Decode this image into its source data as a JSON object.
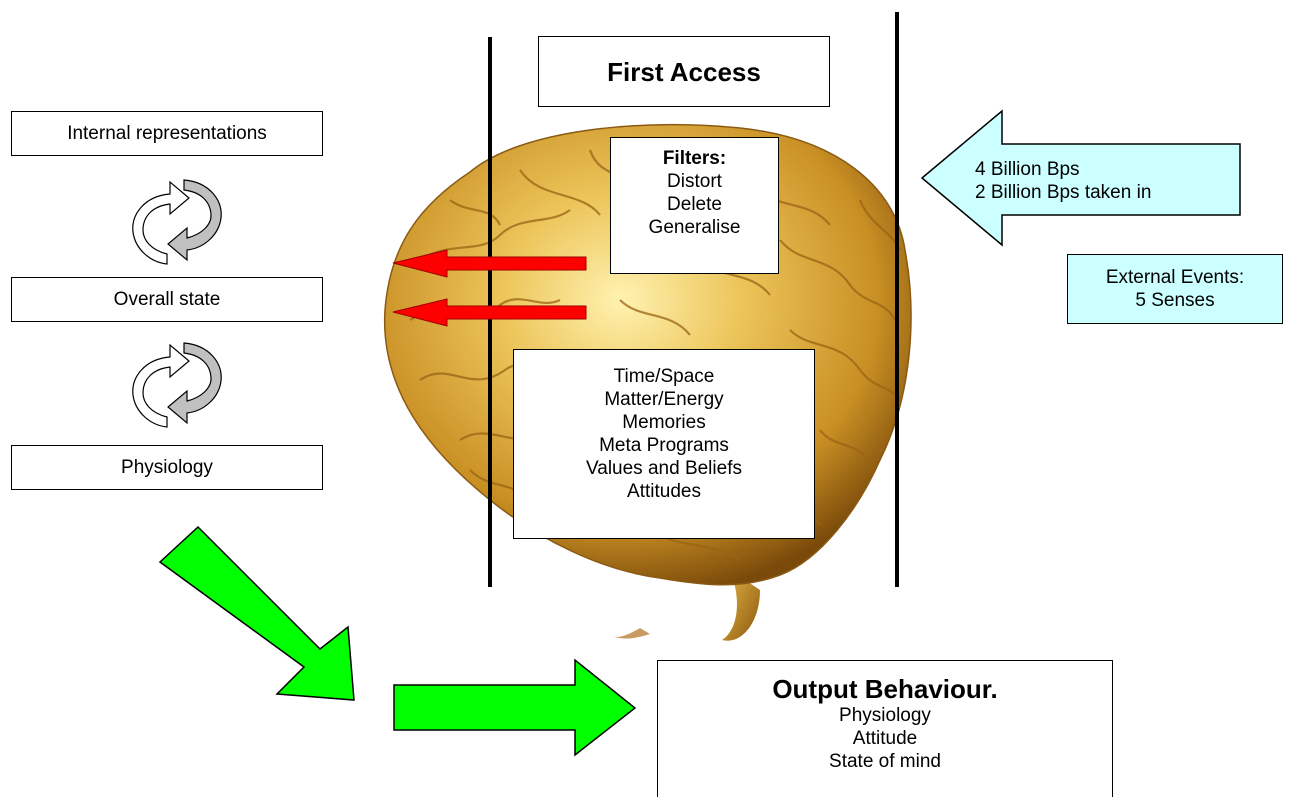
{
  "first_access": {
    "title": "First Access"
  },
  "filters": {
    "title": "Filters:",
    "items": [
      "Distort",
      "Delete",
      "Generalise"
    ]
  },
  "input_arrow": {
    "lines": [
      "4 Billion Bps",
      "2 Billion Bps taken in"
    ]
  },
  "external_events": {
    "lines": [
      "External Events:",
      "5 Senses"
    ]
  },
  "left_column": {
    "internal": "Internal representations",
    "state": "Overall state",
    "physiology": "Physiology"
  },
  "stored": {
    "items": [
      "Time/Space",
      "Matter/Energy",
      "Memories",
      "Meta Programs",
      "Values and Beliefs",
      "Attitudes"
    ]
  },
  "output": {
    "title": "Output Behaviour.",
    "items": [
      "Physiology",
      "Attitude",
      "State of mind"
    ]
  },
  "colors": {
    "brain": "#d8a43a",
    "red_arrow": "#ff0000",
    "green_arrow": "#00ff00",
    "cyan": "#ccffff",
    "cycle_arrow_fill": "#c0c0c0"
  },
  "icons": {
    "brain": "brain-image",
    "cycle": "circular-arrows-icon"
  }
}
